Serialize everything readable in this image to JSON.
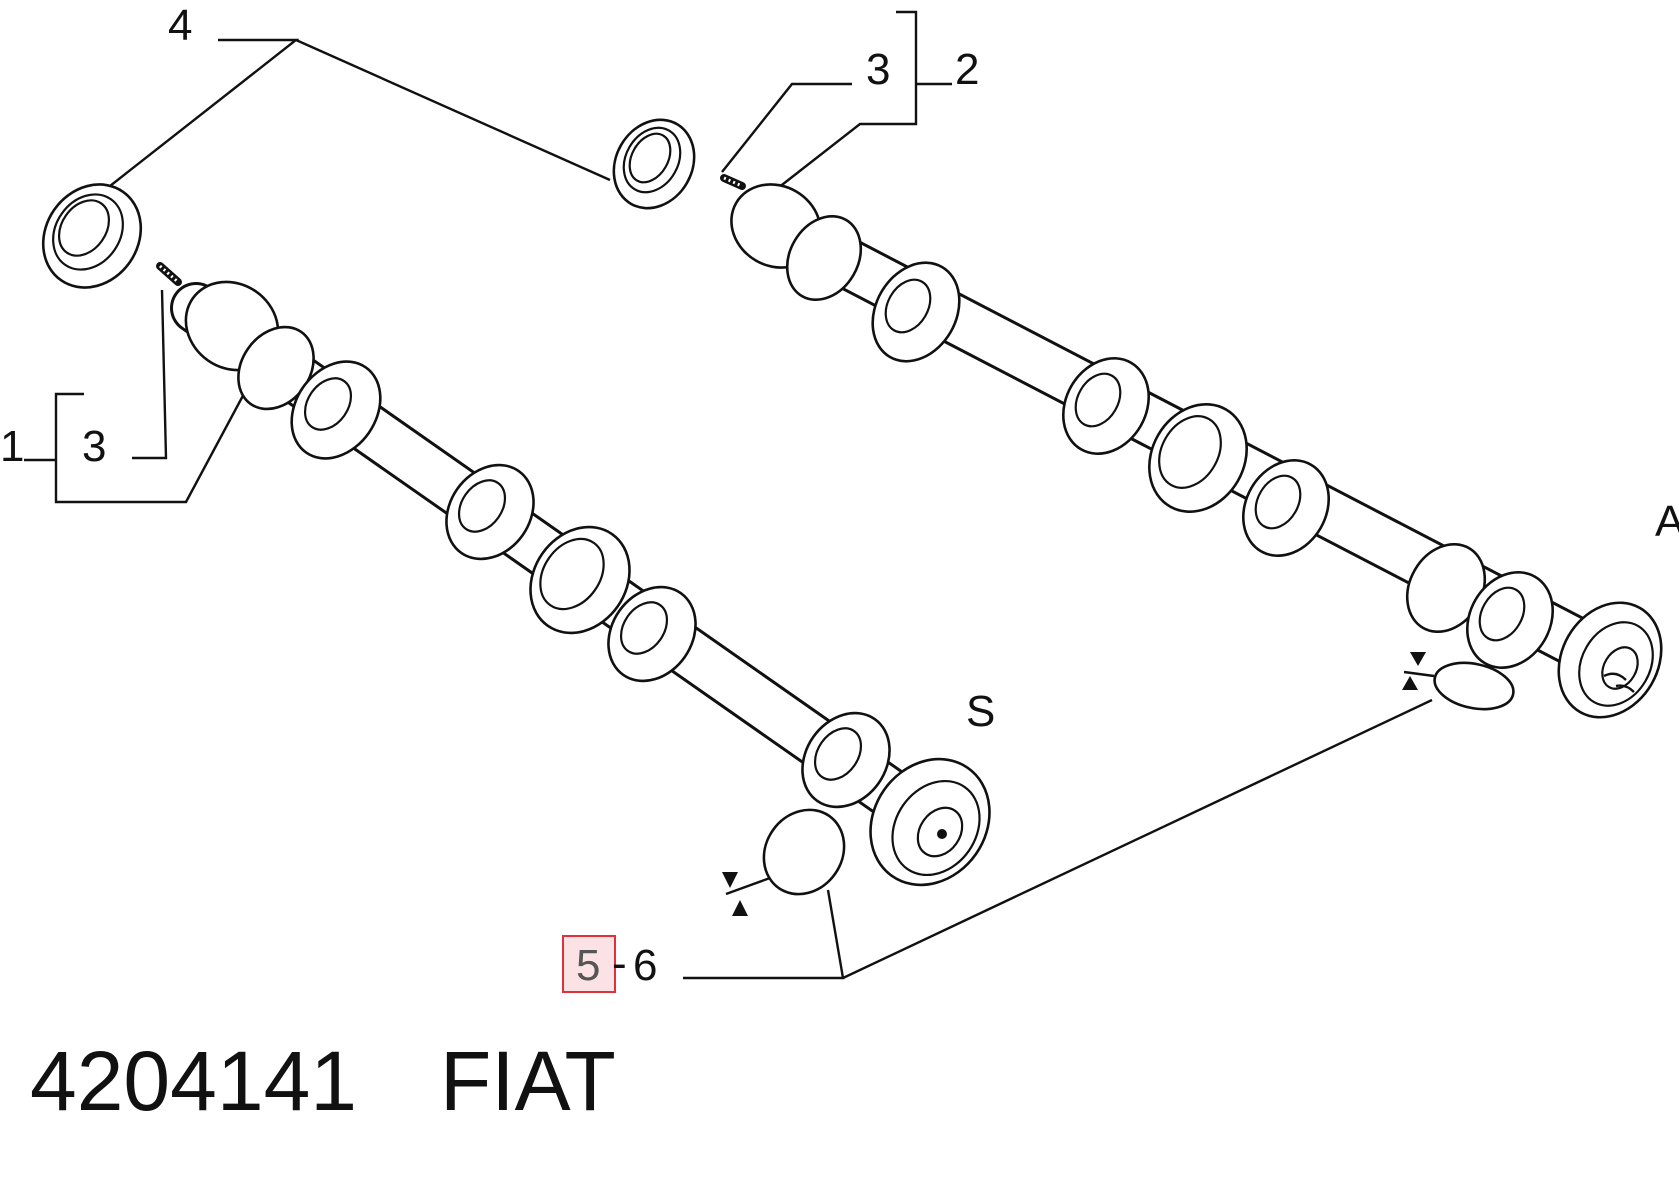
{
  "labels": {
    "item_1": "1",
    "item_2": "2",
    "item_3_left": "3",
    "item_3_right": "3",
    "item_4": "4",
    "item_5": "5",
    "item_6": "6",
    "dash": "-",
    "side_s": "S",
    "side_a": "A"
  },
  "caption": {
    "part_number": "4204141",
    "brand": "FIAT"
  },
  "colors": {
    "ink": "#111111",
    "highlight_box": "#e0303a",
    "highlight_fill": "#fbe3e5"
  }
}
